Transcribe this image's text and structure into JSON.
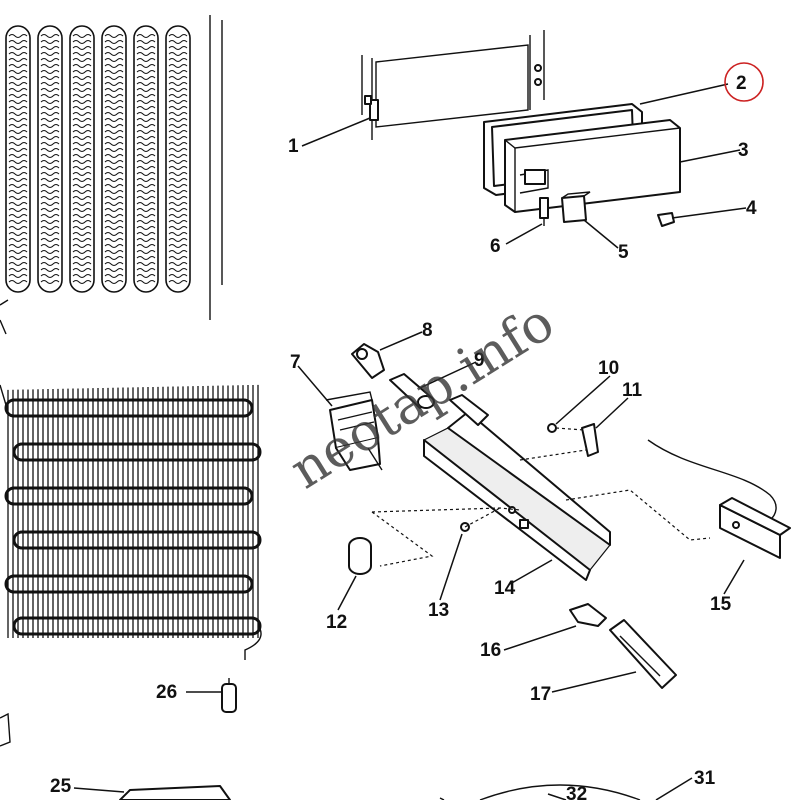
{
  "callouts": [
    {
      "id": "c1",
      "label": "1"
    },
    {
      "id": "c2",
      "label": "2"
    },
    {
      "id": "c3",
      "label": "3"
    },
    {
      "id": "c4",
      "label": "4"
    },
    {
      "id": "c5",
      "label": "5"
    },
    {
      "id": "c6",
      "label": "6"
    },
    {
      "id": "c7",
      "label": "7"
    },
    {
      "id": "c8",
      "label": "8"
    },
    {
      "id": "c9",
      "label": "9"
    },
    {
      "id": "c10",
      "label": "10"
    },
    {
      "id": "c11",
      "label": "11"
    },
    {
      "id": "c12",
      "label": "12"
    },
    {
      "id": "c13",
      "label": "13"
    },
    {
      "id": "c14",
      "label": "14"
    },
    {
      "id": "c15",
      "label": "15"
    },
    {
      "id": "c16",
      "label": "16"
    },
    {
      "id": "c17",
      "label": "17"
    },
    {
      "id": "c25",
      "label": "25"
    },
    {
      "id": "c26",
      "label": "26"
    },
    {
      "id": "c31",
      "label": "31"
    },
    {
      "id": "c32",
      "label": "32"
    }
  ],
  "highlighted_callout": "2",
  "highlight_color": "#cc2222",
  "watermark": "neotap.info"
}
